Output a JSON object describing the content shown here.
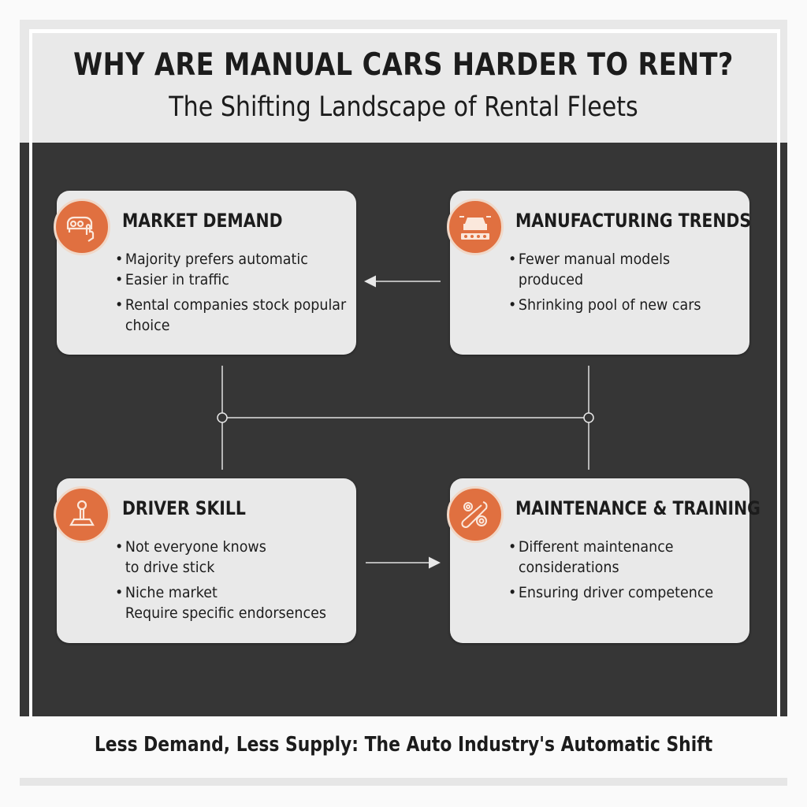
{
  "header": {
    "title": "WHY ARE MANUAL CARS HARDER TO RENT?",
    "subtitle": "The Shifting Landscape of Rental Fleets"
  },
  "cards": [
    {
      "id": "market-demand",
      "icon": "car-touch-icon",
      "title": "MARKET DEMAND",
      "bullets": [
        {
          "lines": [
            "Majority prefers automatic"
          ]
        },
        {
          "lines": [
            "Easier in traffic"
          ]
        },
        {
          "lines": [
            "Rental companies stock popular",
            "choice"
          ]
        }
      ]
    },
    {
      "id": "manufacturing-trends",
      "icon": "car-assembly-line-icon",
      "title": "MANUFACTURING TRENDS",
      "bullets": [
        {
          "lines": [
            "Fewer manual models",
            "produced"
          ]
        },
        {
          "lines": [
            "Shrinking pool of new cars"
          ]
        }
      ]
    },
    {
      "id": "driver-skill",
      "icon": "gear-stick-icon",
      "title": "DRIVER SKILL",
      "bullets": [
        {
          "lines": [
            "Not everyone knows",
            "to drive stick"
          ]
        },
        {
          "lines": [
            "Niche market",
            "Require specific endorsences"
          ]
        }
      ]
    },
    {
      "id": "maintenance-training",
      "icon": "wrench-gears-icon",
      "title": "MAINTENANCE & TRAINING",
      "bullets": [
        {
          "lines": [
            "Different maintenance",
            "considerations"
          ]
        },
        {
          "lines": [
            "Ensuring driver competence"
          ]
        }
      ]
    }
  ],
  "connectors": {
    "top_arrow": "manufacturing-trends -> market-demand",
    "bottom_arrow": "driver-skill -> maintenance-training",
    "junction_line": "market-demand/driver-skill <-> manufacturing-trends/maintenance-training"
  },
  "footer": {
    "tagline": "Less Demand, Less Supply: The Auto Industry's Automatic Shift"
  },
  "colors": {
    "accent": "#e07040",
    "dark_panel": "#363636",
    "card_bg": "#e9e9e9",
    "text": "#1c1c1c"
  }
}
